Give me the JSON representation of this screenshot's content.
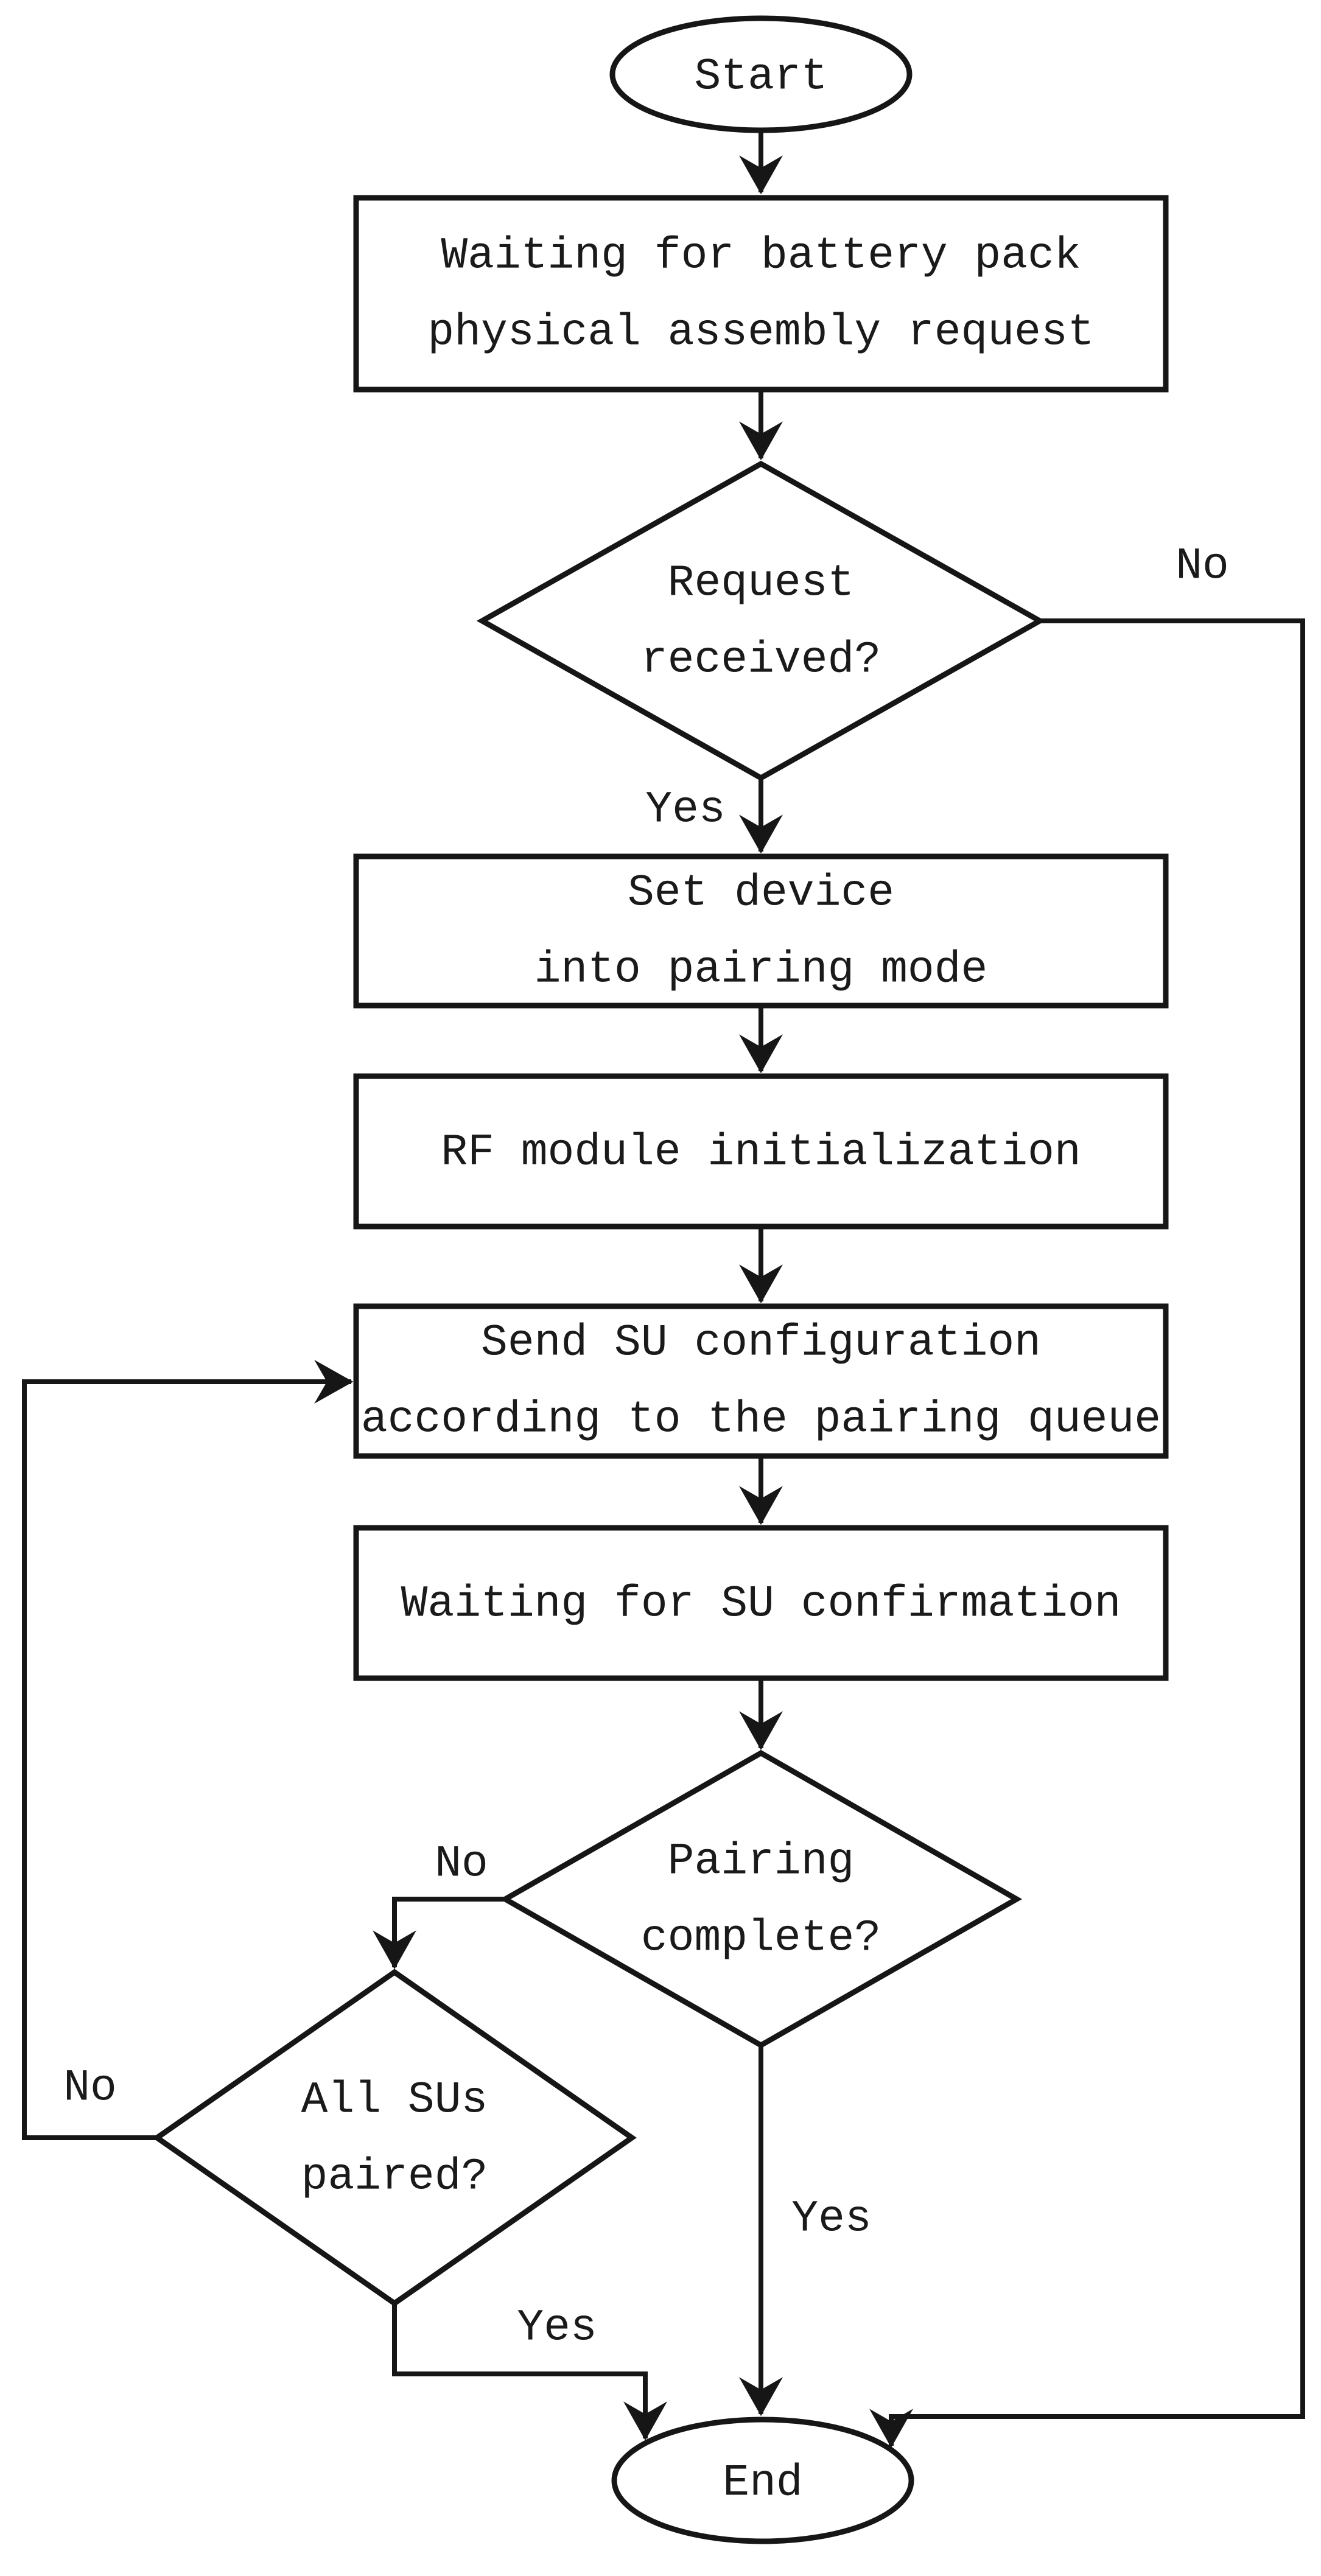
{
  "diagram": {
    "type": "flowchart",
    "background_color": "#ffffff",
    "stroke_color": "#161616",
    "text_color": "#1a1a1a",
    "nodes": {
      "start": {
        "shape": "terminator",
        "label": "Start"
      },
      "wait_request": {
        "shape": "process",
        "line1": "Waiting for battery pack",
        "line2": "physical assembly request"
      },
      "request_received": {
        "shape": "decision",
        "line1": "Request",
        "line2": "received?"
      },
      "set_pairing_mode": {
        "shape": "process",
        "line1": "Set device",
        "line2": "into pairing mode"
      },
      "rf_init": {
        "shape": "process",
        "label": "RF module initialization"
      },
      "send_config": {
        "shape": "process",
        "line1": "Send SU configuration",
        "line2": "according to the pairing queue"
      },
      "wait_confirmation": {
        "shape": "process",
        "label": "Waiting for SU confirmation"
      },
      "pairing_complete": {
        "shape": "decision",
        "line1": "Pairing",
        "line2": "complete?"
      },
      "all_sus_paired": {
        "shape": "decision",
        "line1": "All SUs",
        "line2": "paired?"
      },
      "end": {
        "shape": "terminator",
        "label": "End"
      }
    },
    "edge_labels": {
      "request_received_yes": "Yes",
      "request_received_no": "No",
      "pairing_complete_yes": "Yes",
      "pairing_complete_no": "No",
      "all_sus_paired_yes": "Yes",
      "all_sus_paired_no": "No"
    },
    "flow": [
      {
        "from": "start",
        "to": "wait_request",
        "label": ""
      },
      {
        "from": "wait_request",
        "to": "request_received",
        "label": ""
      },
      {
        "from": "request_received",
        "to": "set_pairing_mode",
        "label": "Yes"
      },
      {
        "from": "request_received",
        "to": "end",
        "label": "No"
      },
      {
        "from": "set_pairing_mode",
        "to": "rf_init",
        "label": ""
      },
      {
        "from": "rf_init",
        "to": "send_config",
        "label": ""
      },
      {
        "from": "send_config",
        "to": "wait_confirmation",
        "label": ""
      },
      {
        "from": "wait_confirmation",
        "to": "pairing_complete",
        "label": ""
      },
      {
        "from": "pairing_complete",
        "to": "all_sus_paired",
        "label": "No"
      },
      {
        "from": "pairing_complete",
        "to": "end",
        "label": "Yes"
      },
      {
        "from": "all_sus_paired",
        "to": "send_config",
        "label": "No"
      },
      {
        "from": "all_sus_paired",
        "to": "end",
        "label": "Yes"
      }
    ]
  }
}
